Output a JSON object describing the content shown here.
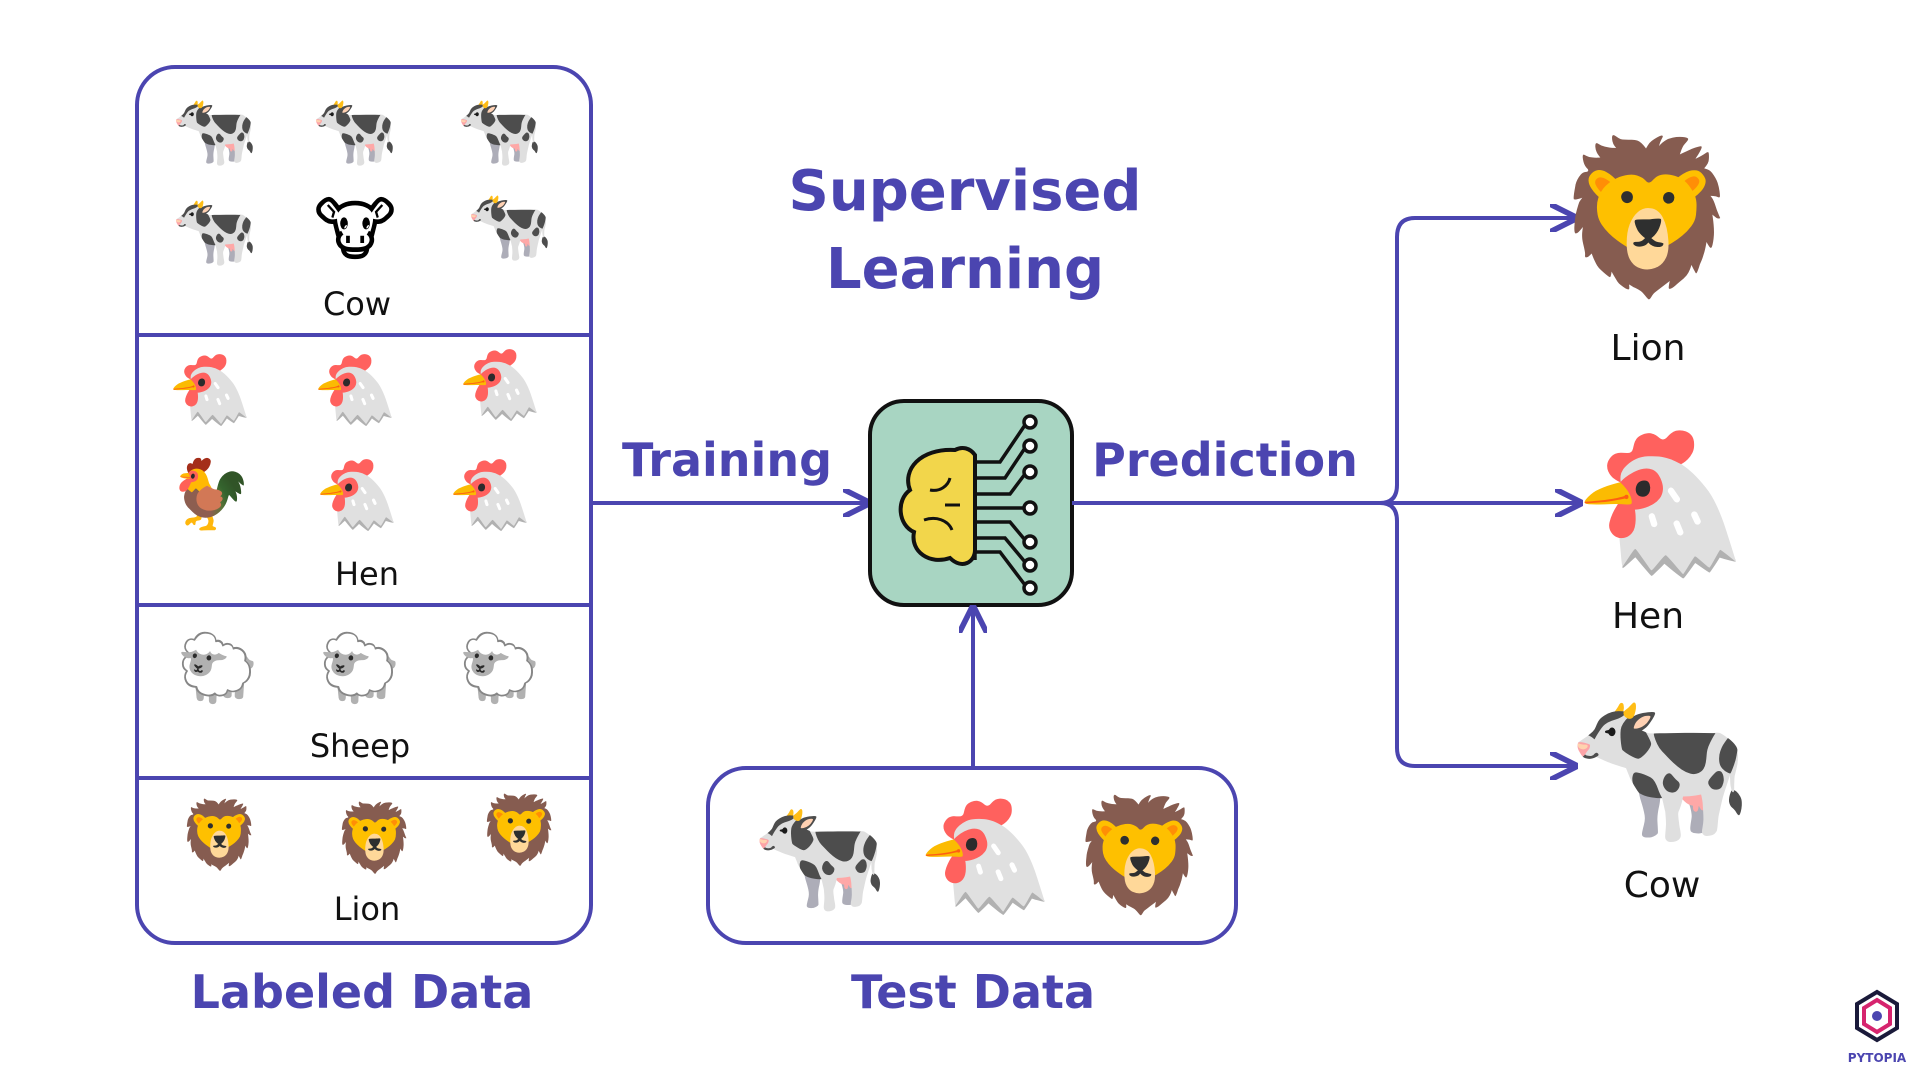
{
  "title": {
    "line1": "Supervised",
    "line2": "Learning"
  },
  "labeled_data": {
    "caption": "Labeled Data",
    "groups": [
      {
        "label": "Cow",
        "icon": "cow-icon"
      },
      {
        "label": "Hen",
        "icon": "hen-icon"
      },
      {
        "label": "Sheep",
        "icon": "sheep-icon"
      },
      {
        "label": "Lion",
        "icon": "lion-icon"
      }
    ]
  },
  "flow": {
    "training": "Training",
    "prediction": "Prediction"
  },
  "model": {
    "icon": "brain-circuit-icon"
  },
  "test_data": {
    "caption": "Test Data",
    "items": [
      "cow-icon",
      "hen-icon",
      "lion-icon"
    ]
  },
  "predictions": [
    {
      "label": "Lion",
      "icon": "lion-icon"
    },
    {
      "label": "Hen",
      "icon": "hen-icon"
    },
    {
      "label": "Cow",
      "icon": "cow-icon"
    }
  ],
  "brand": {
    "name": "PYTOPIA",
    "icon": "pytopia-logo-icon"
  },
  "colors": {
    "accent": "#4b45b0",
    "model_fill": "#a8d5c2",
    "brain": "#f2d64b"
  }
}
